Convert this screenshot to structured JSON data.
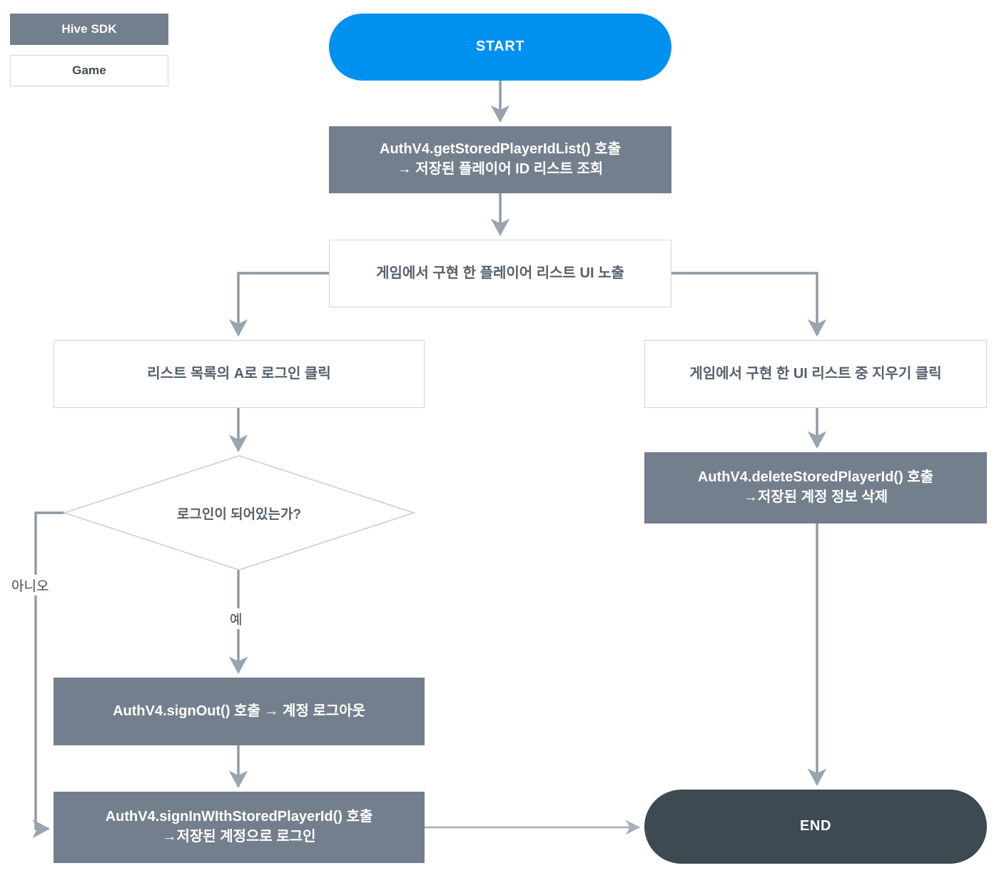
{
  "diagram": {
    "title_tag": "flowchart",
    "colors": {
      "start_fill": "#0090F0",
      "end_fill": "#3E4A51",
      "sdk_fill": "#737F8C",
      "game_fill": "#FFFFFF",
      "game_border": "#CFD4D9",
      "connector": "#8E99A6",
      "edge_thin": "#A7B0BA",
      "text_dark": "#55606B",
      "text_light": "#FFFFFF"
    }
  },
  "legend": {
    "items": [
      {
        "label": "Hive SDK",
        "kind": "sdk"
      },
      {
        "label": "Game",
        "kind": "game"
      }
    ]
  },
  "nodes": {
    "start": {
      "label": "START",
      "kind": "terminator"
    },
    "get_stored_player_id_list": {
      "label": "AuthV4.getStoredPlayerIdList() 호출\n→ 저장된 플레이어 ID 리스트 조회",
      "kind": "sdk"
    },
    "player_list_ui": {
      "label": "게임에서 구현 한 플레이어 리스트 UI 노출",
      "kind": "game"
    },
    "click_login_with_a": {
      "label": "리스트 목록의 A로 로그인 클릭",
      "kind": "game"
    },
    "click_delete": {
      "label": "게임에서 구현 한 UI 리스트 중 지우기 클릭",
      "kind": "game"
    },
    "delete_stored_player_id": {
      "label": "AuthV4.deleteStoredPlayerId() 호출\n→저장된 계정 정보 삭제",
      "kind": "sdk"
    },
    "is_signed_in": {
      "label": "로그인이 되어있는가?",
      "kind": "decision"
    },
    "sign_out": {
      "label": "AuthV4.signOut() 호출 → 계정 로그아웃",
      "kind": "sdk"
    },
    "sign_in_with_stored_player_id": {
      "label": "AuthV4.signInWIthStoredPlayerId() 호출\n→저장된 계정으로 로그인",
      "kind": "sdk"
    },
    "end": {
      "label": "END",
      "kind": "terminator"
    }
  },
  "edge_labels": {
    "no": "아니오",
    "yes": "예"
  }
}
